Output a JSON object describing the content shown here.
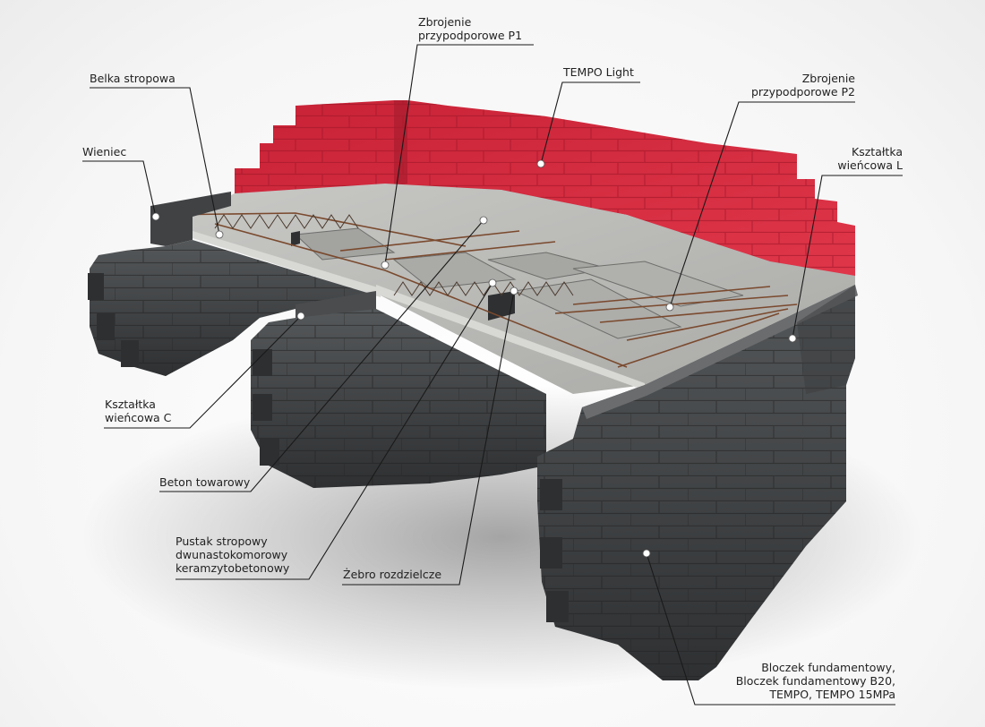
{
  "diagram": {
    "subject": "Floor slab construction cross-section with masonry walls",
    "colors": {
      "red_wall": "#d3283d",
      "red_wall_dark": "#a91c2e",
      "dark_block": "#3d3f41",
      "dark_block_light": "#55585a",
      "concrete": "#b9b9b7",
      "concrete_light": "#cfcfcc",
      "rebar": "#7a4a2e",
      "leader": "#1a1a1a"
    },
    "labels": [
      {
        "id": "zbrojenie-p1",
        "text": "Zbrojenie\nprzypodporowe P1"
      },
      {
        "id": "tempo-light",
        "text": "TEMPO Light"
      },
      {
        "id": "zbrojenie-p2",
        "text": "Zbrojenie\nprzypodporowe P2"
      },
      {
        "id": "belka-stropowa",
        "text": "Belka stropowa"
      },
      {
        "id": "wieniec",
        "text": "Wieniec"
      },
      {
        "id": "ksztaltka-l",
        "text": "Kształtka\nwieńcowa L"
      },
      {
        "id": "ksztaltka-c",
        "text": "Kształtka\nwieńcowa C"
      },
      {
        "id": "beton-towarowy",
        "text": "Beton towarowy"
      },
      {
        "id": "pustak-stropowy",
        "text": "Pustak stropowy\ndwunastokomorowy\nkeramzytobetonowy"
      },
      {
        "id": "zebro-rozdzielcze",
        "text": "Żebro rozdzielcze"
      },
      {
        "id": "bloczek-fundamentowy",
        "text": "Bloczek fundamentowy,\nBloczek fundamentowy B20,\nTEMPO, TEMPO 15MPa"
      }
    ]
  }
}
